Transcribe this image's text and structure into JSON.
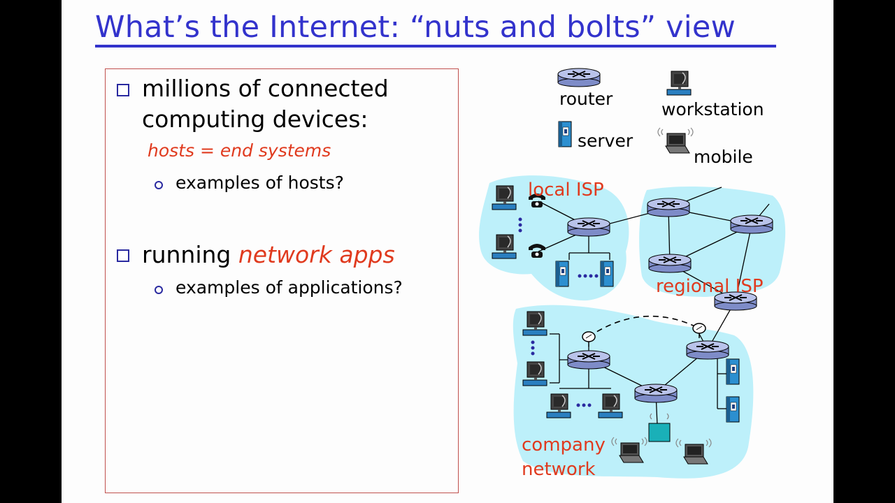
{
  "title": "What’s the Internet: “nuts and bolts” view",
  "bullets": [
    {
      "line1": "millions of connected",
      "line2": "computing devices:",
      "highlight": "hosts = end systems",
      "sub": "examples of hosts?"
    },
    {
      "prefix": "running ",
      "highlight": "network apps",
      "sub": "examples of applications?"
    }
  ],
  "legend": {
    "router": "router",
    "workstation": "workstation",
    "server": "server",
    "mobile": "mobile"
  },
  "regions": {
    "local_isp": "local ISP",
    "regional_isp": "regional ISP",
    "company_line1": "company",
    "company_line2": "network"
  },
  "colors": {
    "title": "#3333cc",
    "accent_red": "#e03a1e",
    "cloud": "#bdf0fa",
    "router": "#9aa6d8",
    "server": "#2c8fd0",
    "box_border": "#c0504d"
  }
}
